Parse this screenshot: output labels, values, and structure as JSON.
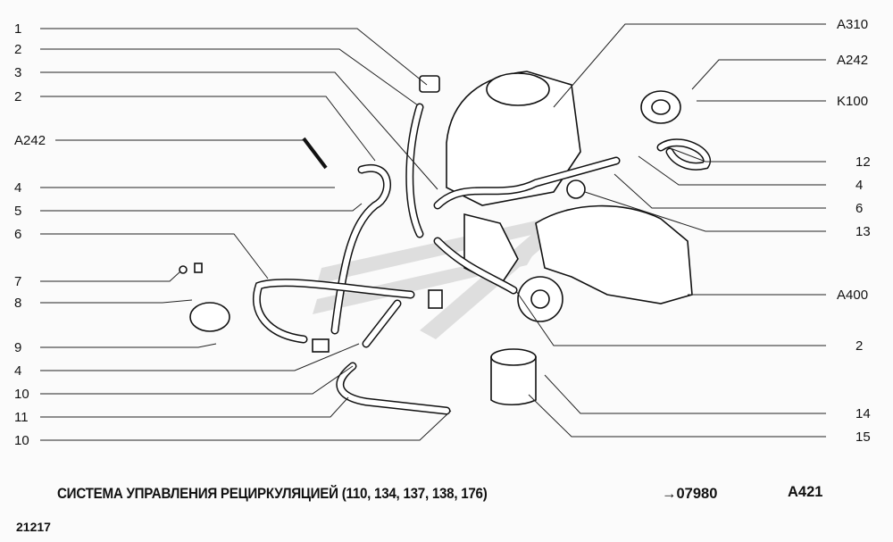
{
  "diagram": {
    "left_labels": [
      "1",
      "2",
      "3",
      "2",
      "A242",
      "4",
      "5",
      "6",
      "7",
      "8",
      "9",
      "4",
      "10",
      "11",
      "10"
    ],
    "right_labels": [
      "A310",
      "A242",
      "K100",
      "12",
      "4",
      "6",
      "13",
      "A400",
      "2",
      "14",
      "15"
    ]
  },
  "footer": {
    "title": "СИСТЕМА УПРАВЛЕНИЯ РЕЦИРКУЛЯЦИЕЙ (110, 134, 137, 138, 176)",
    "reference": "→07980",
    "code": "A421",
    "model": "21217"
  }
}
